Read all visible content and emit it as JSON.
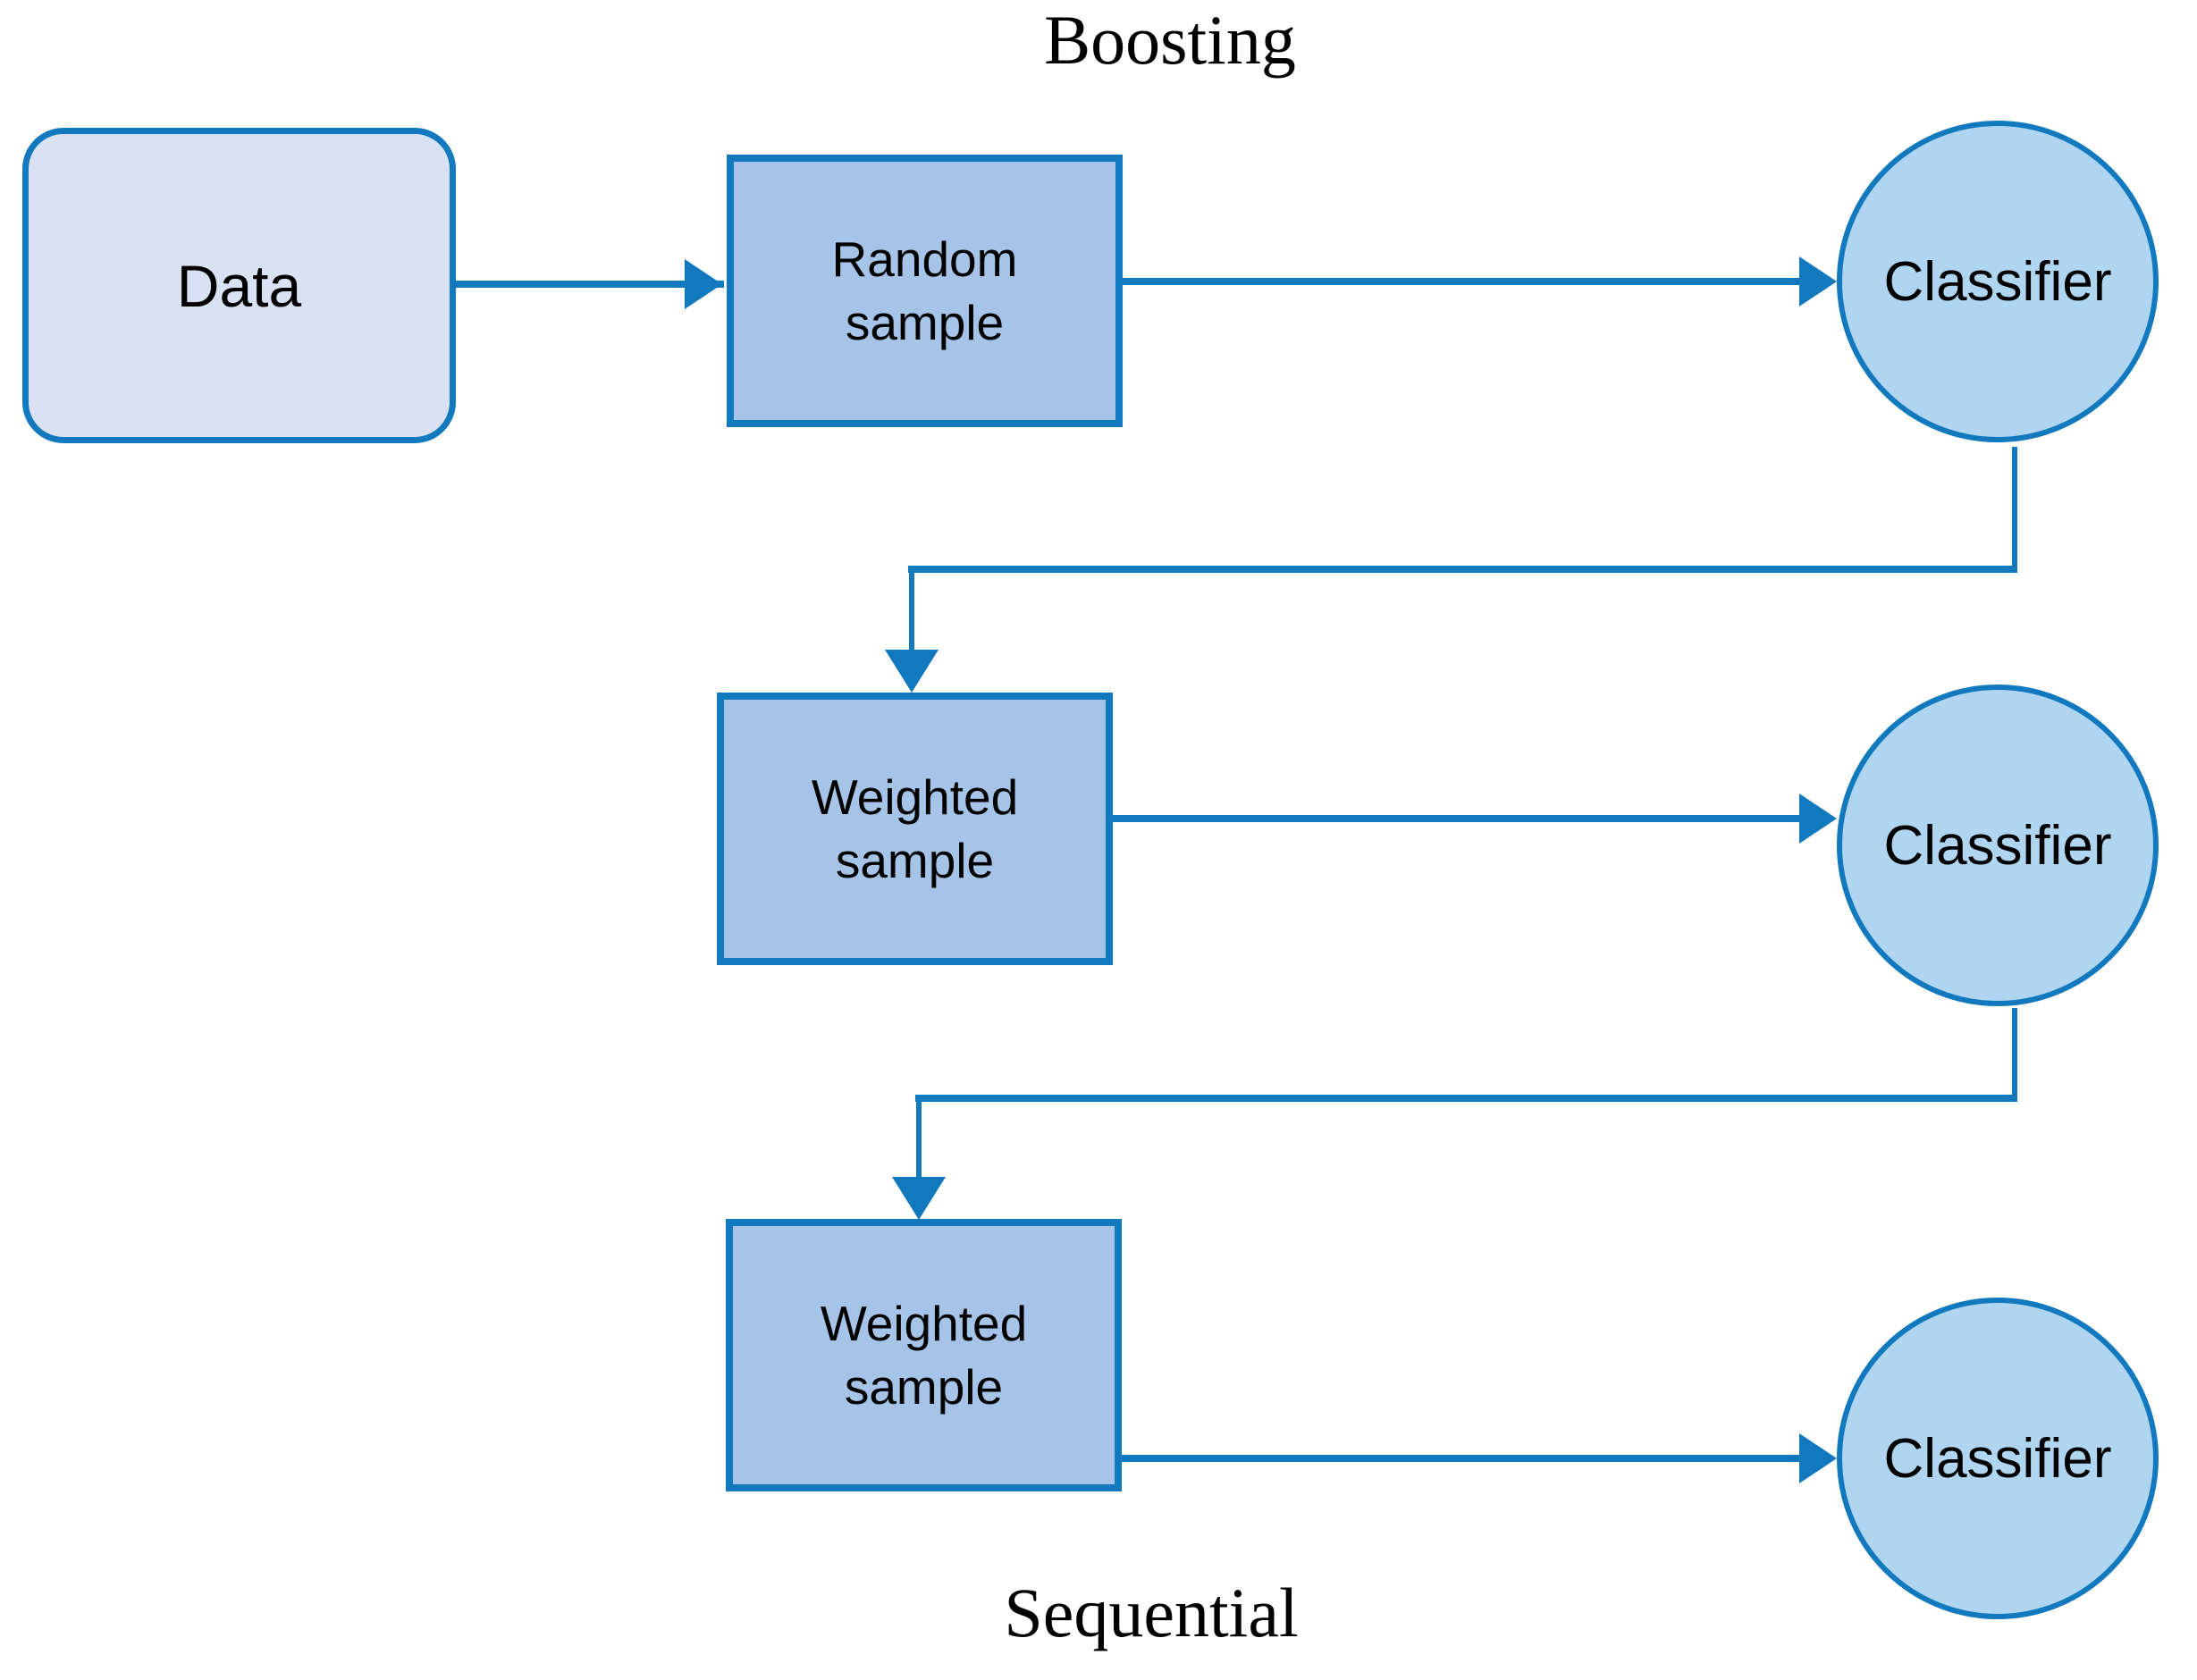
{
  "diagram": {
    "title": "Boosting",
    "footer": "Sequential",
    "colors": {
      "stroke": "#1379BE",
      "data_fill": "#D9E2F3",
      "sample_fill": "#A6C4E8",
      "classifier_fill": "#AFD5F0",
      "text": "#000000",
      "background": "#FFFFFF"
    },
    "nodes": {
      "data": "Data",
      "random_sample": "Random\nsample",
      "random_sample_line1": "Random",
      "random_sample_line2": "sample",
      "weighted_sample_line1": "Weighted",
      "weighted_sample_line2": "sample",
      "classifier": "Classifier"
    },
    "rows": [
      {
        "sample_label_line1": "Random",
        "sample_label_line2": "sample",
        "classifier_label": "Classifier"
      },
      {
        "sample_label_line1": "Weighted",
        "sample_label_line2": "sample",
        "classifier_label": "Classifier"
      },
      {
        "sample_label_line1": "Weighted",
        "sample_label_line2": "sample",
        "classifier_label": "Classifier"
      }
    ],
    "edges": [
      {
        "from": "data",
        "to": "random_sample",
        "kind": "straight-arrow"
      },
      {
        "from": "random_sample",
        "to": "classifier_1",
        "kind": "straight-arrow"
      },
      {
        "from": "classifier_1",
        "to": "weighted_sample_1",
        "kind": "elbow-arrow"
      },
      {
        "from": "weighted_sample_1",
        "to": "classifier_2",
        "kind": "straight-arrow"
      },
      {
        "from": "classifier_2",
        "to": "weighted_sample_2",
        "kind": "elbow-arrow"
      },
      {
        "from": "weighted_sample_2",
        "to": "classifier_3",
        "kind": "straight-arrow"
      }
    ]
  }
}
